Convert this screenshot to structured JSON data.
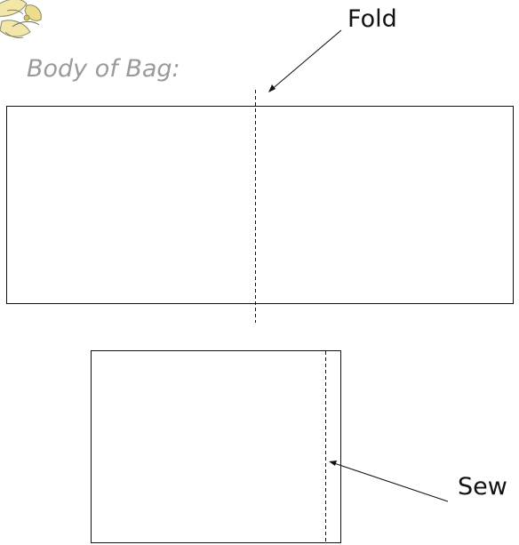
{
  "diagram": {
    "title": "Body of Bag:",
    "fold_label": "Fold",
    "sew_label": "Sew"
  },
  "icons": {
    "corner_decoration": "flower-icon"
  },
  "colors": {
    "title": "#9a9a9a",
    "lines": "#111111",
    "flower_fill": "#f2e6a8",
    "flower_stroke": "#8a8a6a"
  }
}
